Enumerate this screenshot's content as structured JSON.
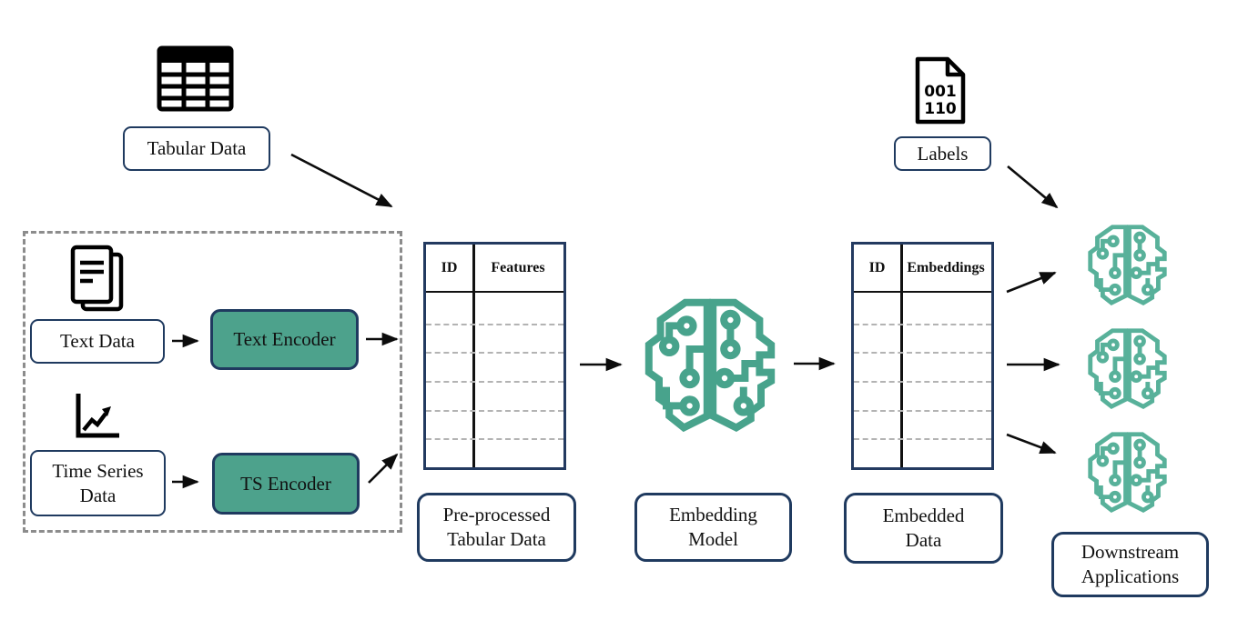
{
  "nodes": {
    "tabular_data": "Tabular Data",
    "text_data": "Text Data",
    "text_encoder": "Text Encoder",
    "time_series_data": "Time Series\nData",
    "ts_encoder": "TS Encoder",
    "preprocessed": "Pre-processed\nTabular Data",
    "embedding_model": "Embedding\nModel",
    "embedded_data": "Embedded\nData",
    "labels": "Labels",
    "downstream": "Downstream\nApplications"
  },
  "tables": {
    "preprocessed": {
      "columns": [
        "ID",
        "Features"
      ],
      "rows": 6
    },
    "embedded": {
      "columns": [
        "ID",
        "Embeddings"
      ],
      "rows": 6
    }
  },
  "icons": {
    "tabular": "table-icon",
    "text": "documents-icon",
    "time_series": "line-chart-icon",
    "labels_file": "binary-file-icon",
    "model": "circuit-brain-icon",
    "labels_file_lines": [
      "001",
      "110"
    ]
  },
  "edges": [
    {
      "from": "tabular-data",
      "to": "preprocessing-group"
    },
    {
      "from": "text-data",
      "to": "text-encoder"
    },
    {
      "from": "text-encoder",
      "to": "preprocessed-table"
    },
    {
      "from": "time-series-data",
      "to": "ts-encoder"
    },
    {
      "from": "ts-encoder",
      "to": "preprocessed-table"
    },
    {
      "from": "preprocessed-table",
      "to": "embedding-model"
    },
    {
      "from": "embedding-model",
      "to": "embedded-table"
    },
    {
      "from": "labels",
      "to": "downstream-app-1"
    },
    {
      "from": "embedded-table",
      "to": "downstream-app-1"
    },
    {
      "from": "embedded-table",
      "to": "downstream-app-2"
    },
    {
      "from": "embedded-table",
      "to": "downstream-app-3"
    }
  ],
  "colors": {
    "encoder_fill": "#4da28c",
    "node_border": "#1f3a5f",
    "table_border": "#233a60",
    "brain_teal": "#48a38c",
    "brain_teal_small": "#58b19a",
    "dashed_gray": "#8c8c8c",
    "row_dash_gray": "#b3b3b3",
    "arrow_black": "#0c0c0c"
  }
}
